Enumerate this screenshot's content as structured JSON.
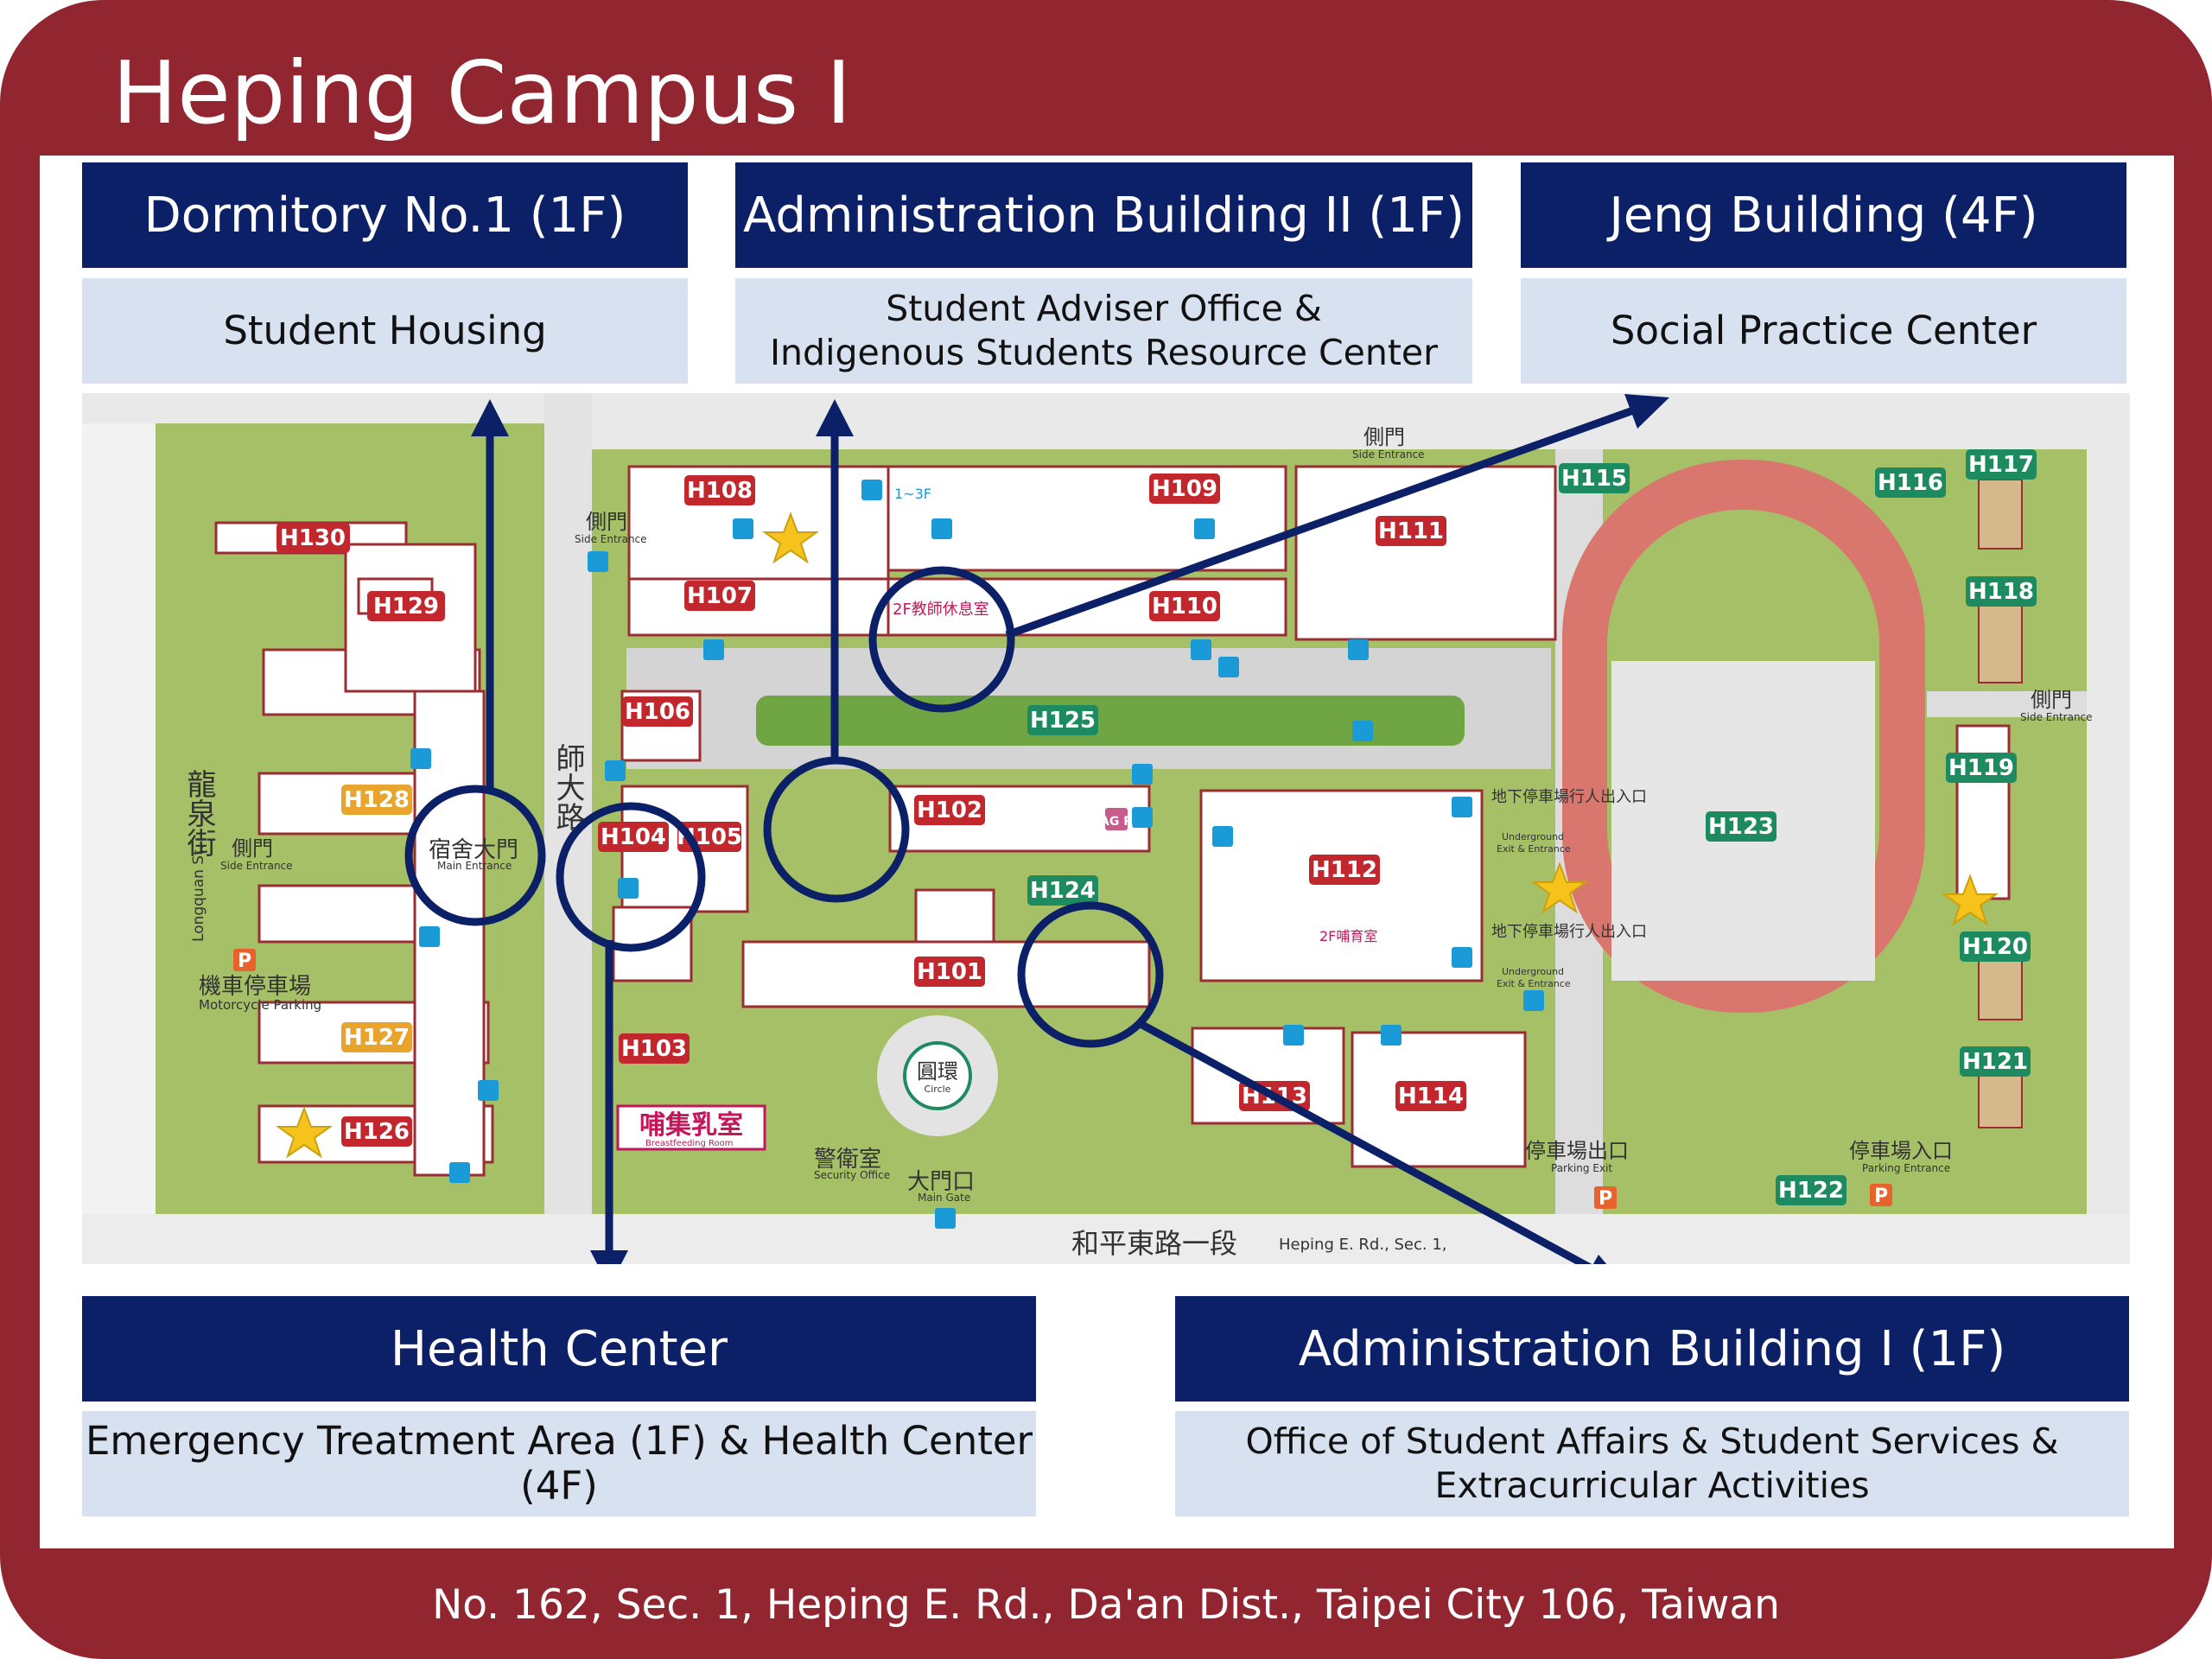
{
  "page": {
    "title": "Heping Campus I",
    "address": "No. 162, Sec. 1, Heping E. Rd., Da'an Dist., Taipei City 106, Taiwan"
  },
  "callouts": {
    "dorm": {
      "title": "Dormitory No.1 (1F)",
      "line1": "Student Housing"
    },
    "admin2": {
      "title": "Administration Building II (1F)",
      "line1": "Student Adviser Office &",
      "line2": "Indigenous Students Resource Center"
    },
    "jeng": {
      "title": "Jeng Building (4F)",
      "line1": "Social Practice Center"
    },
    "health": {
      "title": "Health Center",
      "line1": "Emergency Treatment Area (1F) & Health Center (4F)"
    },
    "admin1": {
      "title": "Administration Building I (1F)",
      "line1": "Office of Student Affairs & Student Services &",
      "line2": "Extracurricular Activities"
    }
  },
  "buildings": {
    "h101": "H101",
    "h102": "H102",
    "h103": "H103",
    "h104": "H104",
    "h105": "H105",
    "h106": "H106",
    "h107": "H107",
    "h108": "H108",
    "h109": "H109",
    "h110": "H110",
    "h111": "H111",
    "h112": "H112",
    "h113": "H113",
    "h114": "H114",
    "h115": "H115",
    "h116": "H116",
    "h117": "H117",
    "h118": "H118",
    "h119": "H119",
    "h120": "H120",
    "h121": "H121",
    "h122": "H122",
    "h123": "H123",
    "h124": "H124",
    "h125": "H125",
    "h126": "H126",
    "h127": "H127",
    "h128": "H128",
    "h129": "H129",
    "h130": "H130"
  },
  "map_labels": {
    "street_west_zh": "龍泉街",
    "street_west_en": "Longquan St.",
    "road_center_zh": "師大路",
    "road_south_zh": "和平東路一段",
    "road_south_en": "Heping E. Rd., Sec. 1,",
    "side_entrance_zh": "側門",
    "side_entrance_en": "Side Entrance",
    "dorm_gate_zh": "宿舍大門",
    "dorm_gate_en": "Main Entrance",
    "main_gate_zh": "大門口",
    "main_gate_en": "Main Gate",
    "security_zh": "警衛室",
    "security_en": "Security Office",
    "circle_zh": "圓環",
    "circle_en": "Circle",
    "moto_parking_zh": "機車停車場",
    "moto_parking_en": "Motorcycle Parking",
    "breastfeed_zh": "哺集乳室",
    "breastfeed_en": "Breastfeeding Room",
    "underground_zh": "地下停車場行人出入口",
    "underground_en1": "Underground",
    "underground_en2": "Exit & Entrance",
    "parking_exit_zh": "停車場出口",
    "parking_exit_en": "Parking Exit",
    "parking_entrance_zh": "停車場入口",
    "parking_entrance_en": "Parking Entrance",
    "teacher_lounge": "2F教師休息室",
    "nursing_room_2f": "2F哺育室",
    "elevator_floors": "1~3F",
    "parking_sign": "P",
    "atm_sign": "AG R"
  },
  "colors": {
    "frame": "#922630",
    "header": "#0c2067",
    "subheader": "#d7e1f0",
    "building_label": "#c1272d",
    "field_label": "#1e8a5f",
    "track": "#d9776f",
    "grass": "#a6c068",
    "arrow": "#0c2067"
  }
}
